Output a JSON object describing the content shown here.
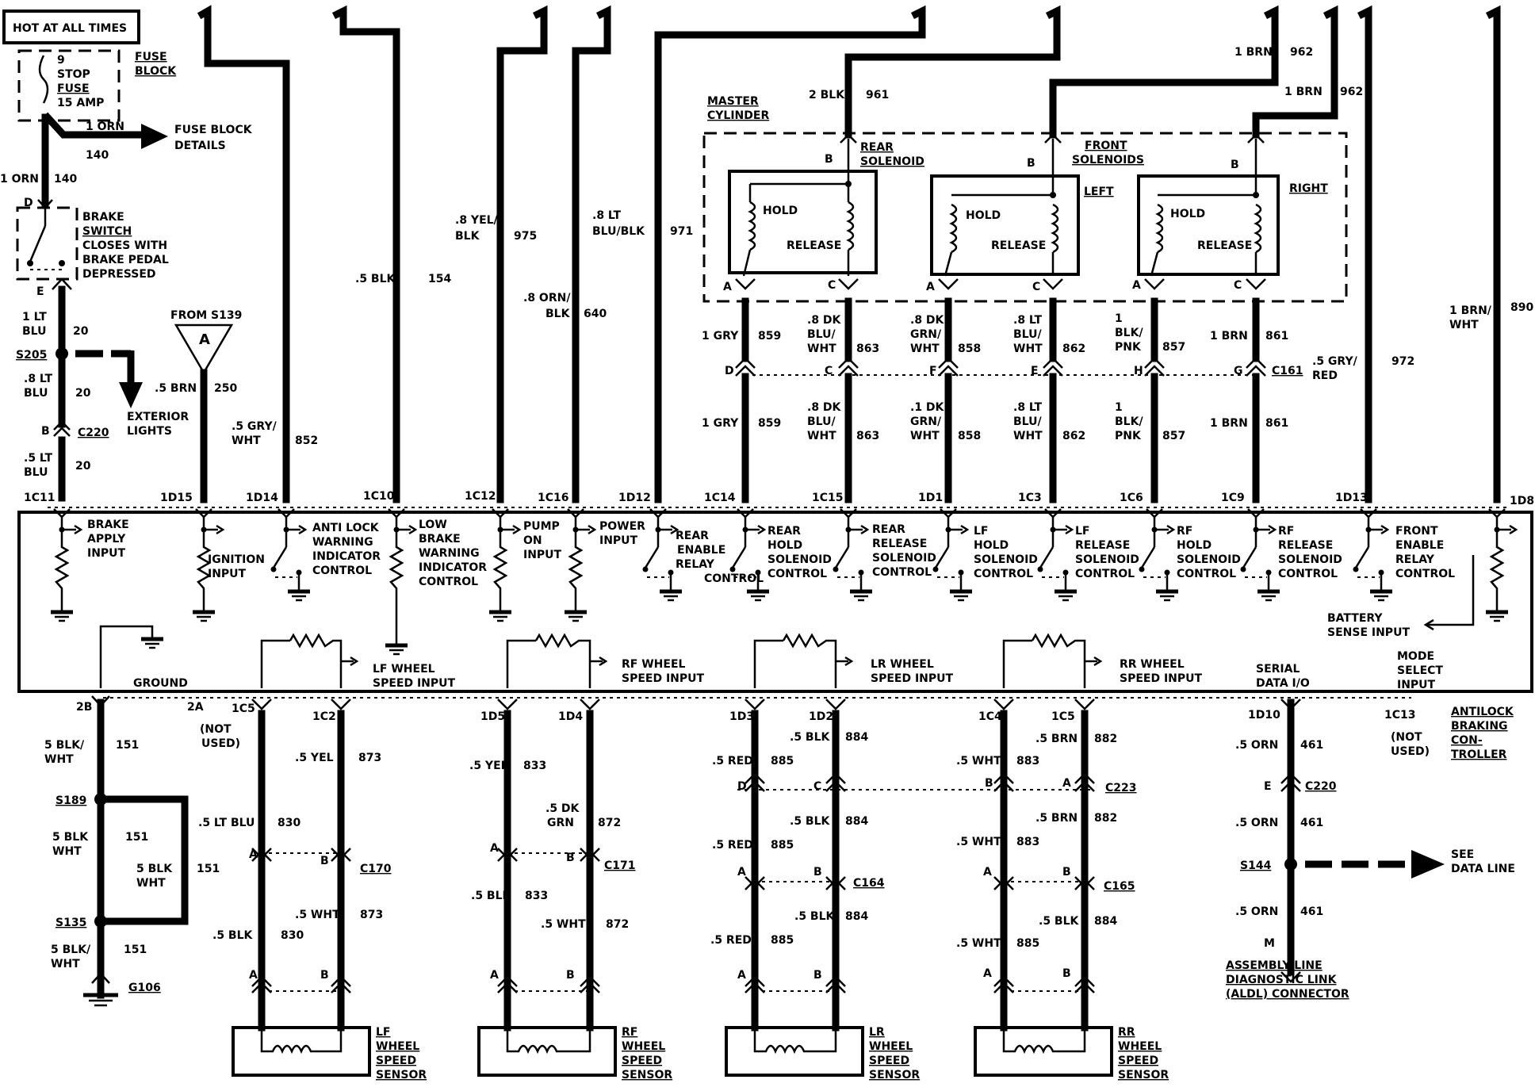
{
  "hot_box": "HOT AT ALL TIMES",
  "fuse": {
    "num": "9",
    "l1": "STOP",
    "l2": "FUSE",
    "l3": "15 AMP",
    "block1": "FUSE",
    "block2": "BLOCK",
    "wire_c": "1 ORN",
    "wire_n": "140",
    "details1": "FUSE BLOCK",
    "details2": "DETAILS",
    "left_c": "1 ORN",
    "left_n": "140"
  },
  "brake_switch": {
    "pinD": "D",
    "pinE": "E",
    "l1": "BRAKE",
    "l2": "SWITCH",
    "l3": "CLOSES WITH",
    "l4": "BRAKE PEDAL",
    "l5": "DEPRESSED"
  },
  "left_wires": {
    "c1a": "1 LT",
    "c1b": "BLU",
    "n1": "20",
    "splice": "S205",
    "c2a": ".8 LT",
    "c2b": "BLU",
    "n2": "20",
    "pinB": "B",
    "conn": "C220",
    "c3a": ".5 LT",
    "c3b": "BLU",
    "n3": "20",
    "ext1": "EXTERIOR",
    "ext2": "LIGHTS"
  },
  "from_s139": {
    "label": "FROM S139",
    "letter": "A",
    "c": ".5 BRN",
    "n": "250"
  },
  "wires_top": [
    {
      "c1": ".5 GRY/",
      "c2": "WHT",
      "n": "852"
    },
    {
      "c1": ".5 BLK",
      "c2": "",
      "n": "154"
    },
    {
      "c1": ".8 YEL/",
      "c2": "BLK",
      "n": "975"
    },
    {
      "c1": ".8 LT",
      "c2": "BLU/BLK",
      "n": "971"
    },
    {
      "c1": ".8 ORN/",
      "c2": "BLK",
      "n": "640"
    },
    {
      "c1": ".5 GRY/",
      "c2": "RED",
      "n": "972"
    },
    {
      "c1": "1 BRN/",
      "c2": "WHT",
      "n": "890"
    }
  ],
  "master": {
    "l1": "MASTER",
    "l2": "CYLINDER",
    "rear1": "REAR",
    "rear2": "SOLENOID",
    "front1": "FRONT",
    "front2": "SOLENOIDS",
    "left": "LEFT",
    "right": "RIGHT",
    "hold": "HOLD",
    "release": "RELEASE",
    "pA": "A",
    "pB": "B",
    "pC": "C"
  },
  "master_feed": {
    "rear_c": "2 BLK",
    "rear_n": "961",
    "f1_c": "1 BRN",
    "f1_n": "962",
    "f2_c": "1 BRN",
    "f2_n": "962"
  },
  "sol_wires": [
    {
      "pin": "D",
      "c1": "1 GRY",
      "c2": "",
      "n": "859",
      "d1": "1 GRY",
      "d2": "",
      "dn": "859"
    },
    {
      "pin": "C",
      "c1": ".8 DK",
      "c2": "BLU/",
      "c3": "WHT",
      "n": "863",
      "d1": ".8 DK",
      "d2": "BLU/",
      "d3": "WHT",
      "dn": "863"
    },
    {
      "pin": "F",
      "c1": ".8 DK",
      "c2": "GRN/",
      "c3": "WHT",
      "n": "858",
      "d1": ".1 DK",
      "d2": "GRN/",
      "d3": "WHT",
      "dn": "858"
    },
    {
      "pin": "E",
      "c1": ".8 LT",
      "c2": "BLU/",
      "c3": "WHT",
      "n": "862",
      "d1": ".8 LT",
      "d2": "BLU/",
      "d3": "WHT",
      "dn": "862"
    },
    {
      "pin": "H",
      "c1": "1",
      "c2": "BLK/",
      "c3": "PNK",
      "n": "857",
      "d1": "1",
      "d2": "BLK/",
      "d3": "PNK",
      "dn": "857"
    },
    {
      "pin": "G",
      "c1": "1 BRN",
      "c2": "",
      "n": "861",
      "d1": "1 BRN",
      "d2": "",
      "dn": "861"
    }
  ],
  "c161": "C161",
  "top_pins": [
    "1C11",
    "1D15",
    "1D14",
    "1C10",
    "1C12",
    "1C16",
    "1D12",
    "1C14",
    "1C15",
    "1D1",
    "1C3",
    "1C6",
    "1C9",
    "1D13",
    "1D8"
  ],
  "functions": [
    [
      "BRAKE",
      "APPLY",
      "INPUT"
    ],
    [
      "IGNITION",
      "INPUT"
    ],
    [
      "ANTI LOCK",
      "WARNING",
      "INDICATOR",
      "CONTROL"
    ],
    [
      "LOW",
      "BRAKE",
      "WARNING",
      "INDICATOR",
      "CONTROL"
    ],
    [
      "PUMP",
      "ON",
      "INPUT"
    ],
    [
      "POWER",
      "INPUT"
    ],
    [
      "REAR",
      "ENABLE",
      "RELAY",
      "CONTROL"
    ],
    [
      "REAR",
      "HOLD",
      "SOLENOID",
      "CONTROL"
    ],
    [
      "REAR",
      "RELEASE",
      "SOLENOID",
      "CONTROL"
    ],
    [
      "LF",
      "HOLD",
      "SOLENOID",
      "CONTROL"
    ],
    [
      "LF",
      "RELEASE",
      "SOLENOID",
      "CONTROL"
    ],
    [
      "RF",
      "HOLD",
      "SOLENOID",
      "CONTROL"
    ],
    [
      "RF",
      "RELEASE",
      "SOLENOID",
      "CONTROL"
    ],
    [
      "FRONT",
      "ENABLE",
      "RELAY",
      "CONTROL"
    ]
  ],
  "battery1": "BATTERY",
  "battery2": "SENSE INPUT",
  "ground_label": "GROUND",
  "speed_inputs": [
    {
      "l1": "LF WHEEL",
      "l2": "SPEED INPUT"
    },
    {
      "l1": "RF WHEEL",
      "l2": "SPEED INPUT"
    },
    {
      "l1": "LR WHEEL",
      "l2": "SPEED INPUT"
    },
    {
      "l1": "RR WHEEL",
      "l2": "SPEED INPUT"
    }
  ],
  "serial1": "SERIAL",
  "serial2": "DATA I/O",
  "mode1": "MODE",
  "mode2": "SELECT",
  "mode3": "INPUT",
  "controller": [
    "ANTILOCK",
    "BRAKING",
    "CON-",
    "TROLLER"
  ],
  "bottom_pins": [
    "2B",
    "2A",
    "1C5",
    "1C2",
    "1D5",
    "1D4",
    "1D3",
    "1D2",
    "1C4",
    "1C5",
    "1D10",
    "1C13"
  ],
  "not_used": [
    "(NOT",
    "USED)"
  ],
  "ground_wire": {
    "c1": "5 BLK/",
    "c2": "WHT",
    "n": "151",
    "s189": "S189",
    "s135": "S135",
    "g106": "G106",
    "d1": "5 BLK",
    "d2": "WHT",
    "dn": "151",
    "e1": "5 BLK",
    "e2": "WHT",
    "en": "151",
    "f1": "5 BLK/",
    "f2": "WHT",
    "fn": "151"
  },
  "sensors": [
    {
      "w1c": ".5 YEL",
      "w1n": "873",
      "w2c": ".5 LT BLU",
      "w2n": "830",
      "conn": "C170",
      "w3c": ".5 WHT",
      "w3n": "873",
      "w4c": ".5 BLK",
      "w4n": "830",
      "l1": "LF",
      "l2": "WHEEL",
      "l3": "SPEED",
      "l4": "SENSOR"
    },
    {
      "w1c": ".5 YEL",
      "w1n": "833",
      "w2c1": ".5 DK",
      "w2c2": "GRN",
      "w2n": "872",
      "conn": "C171",
      "w3c": ".5 BLK",
      "w3n": "833",
      "w4c": ".5 WHT",
      "w4n": "872",
      "l1": "RF",
      "l2": "WHEEL",
      "l3": "SPEED",
      "l4": "SENSOR"
    },
    {
      "a1": ".5 RED",
      "an": "885",
      "b1": ".5 BLK",
      "bn": "884",
      "a2": ".5 RED",
      "an2": "885",
      "b2": ".5 BLK",
      "bn2": "884",
      "conn": "C164",
      "a3": ".5 RED",
      "an3": "885",
      "b3": ".5 BLK",
      "bn3": "884",
      "l1": "LR",
      "l2": "WHEEL",
      "l3": "SPEED",
      "l4": "SENSOR"
    },
    {
      "a1": ".5 WHT",
      "an": "883",
      "b1": ".5 BRN",
      "bn": "882",
      "a2": ".5 WHT",
      "an2": "883",
      "b2": ".5 BRN",
      "bn2": "882",
      "conn": "C165",
      "a3": ".5 WHT",
      "an3": "885",
      "b3": ".5 BLK",
      "bn3": "884",
      "l1": "RR",
      "l2": "WHEEL",
      "l3": "SPEED",
      "l4": "SENSOR"
    }
  ],
  "c223": "C223",
  "serial_wire": {
    "c": ".5 ORN",
    "n": "461",
    "pinE": "E",
    "conn": "C220",
    "s144": "S144",
    "pinM": "M",
    "see1": "SEE",
    "see2": "DATA LINE",
    "aldl1": "ASSEMBLY LINE",
    "aldl2": "DIAGNOSTIC LINK",
    "aldl3": "(ALDL) CONNECTOR"
  },
  "pins_ABCD": {
    "A": "A",
    "B": "B",
    "C": "C",
    "D": "D"
  }
}
